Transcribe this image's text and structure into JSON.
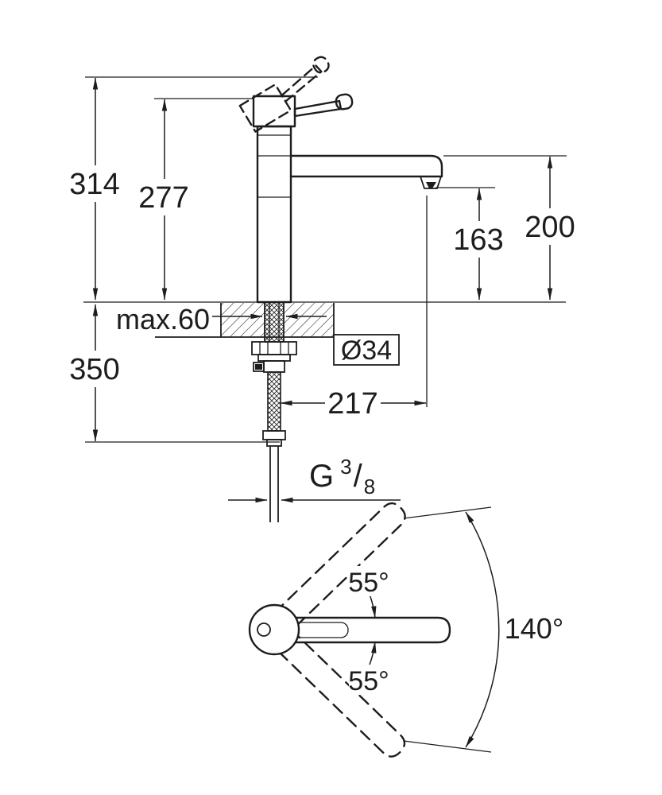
{
  "drawing": {
    "background": "#ffffff",
    "line_color": "#1d1d1d",
    "views": [
      "side-elevation",
      "top-plan"
    ]
  },
  "side_view": {
    "overall_height": "314",
    "body_height": "277",
    "outlet_height": "163",
    "spout_height": "200",
    "max_mount_thickness": "max.60",
    "hole_diameter": "Ø34",
    "supply_length": "350",
    "spout_reach": "217",
    "thread": {
      "prefix": "G",
      "numerator": "3",
      "slash": "/",
      "denominator": "8"
    }
  },
  "top_view": {
    "swivel_upper": "55°",
    "swivel_lower": "55°",
    "swivel_total": "140°"
  }
}
